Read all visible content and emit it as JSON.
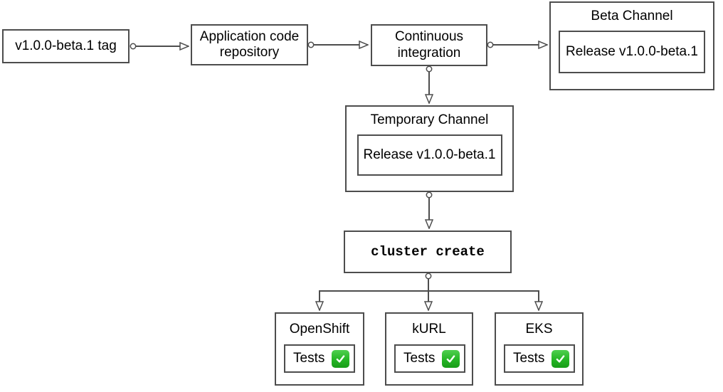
{
  "diagram": {
    "background_color": "#ffffff",
    "stroke_color": "#4d4d4d",
    "text_color": "#000000",
    "nodes": {
      "version_tag": {
        "label": "v1.0.0-beta.1 tag"
      },
      "app_repo": {
        "label": "Application code repository"
      },
      "continuous_integration": {
        "label": "Continuous integration"
      },
      "beta_channel": {
        "title": "Beta Channel",
        "release_label": "Release v1.0.0-beta.1"
      },
      "temporary_channel": {
        "title": "Temporary Channel",
        "release_label": "Release v1.0.0-beta.1"
      },
      "cluster_create": {
        "label": "cluster create"
      },
      "openshift": {
        "title": "OpenShift",
        "tests_label": "Tests"
      },
      "kurl": {
        "title": "kURL",
        "tests_label": "Tests"
      },
      "eks": {
        "title": "EKS",
        "tests_label": "Tests"
      }
    },
    "status_icon": {
      "name": "white-heavy-check-mark",
      "background_color": "#24b524",
      "check_color": "#ffffff"
    }
  }
}
